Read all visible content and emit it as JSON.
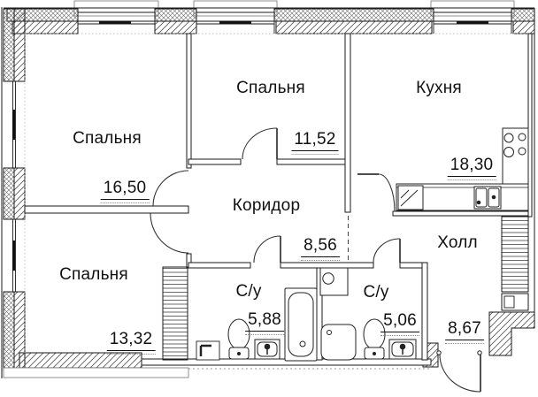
{
  "plan_title": "apartment-floor-plan",
  "colors": {
    "line": "#1a1a1a",
    "hatch": "#555555",
    "background": "#ffffff"
  },
  "rooms": [
    {
      "id": "bedroom-1",
      "name": "Спальня",
      "area": "16,50"
    },
    {
      "id": "bedroom-2",
      "name": "Спальня",
      "area": "11,52"
    },
    {
      "id": "kitchen",
      "name": "Кухня",
      "area": "18,30"
    },
    {
      "id": "corridor",
      "name": "Коридор",
      "area": "8,56"
    },
    {
      "id": "hall",
      "name": "Холл",
      "area": "8,67"
    },
    {
      "id": "bedroom-3",
      "name": "Спальня",
      "area": "13,32"
    },
    {
      "id": "bathroom-1",
      "name": "С/у",
      "area": "5,88"
    },
    {
      "id": "bathroom-2",
      "name": "С/у",
      "area": "5,06"
    }
  ],
  "fixtures": [
    "bathtub",
    "toilet",
    "wash-basin",
    "shower-tray",
    "washing-machine",
    "kitchen-stove",
    "kitchen-double-sink",
    "refrigerator",
    "kitchen-counter",
    "ventilation-shaft",
    "electric-panel",
    "entrance-door",
    "window",
    "door-swing"
  ]
}
